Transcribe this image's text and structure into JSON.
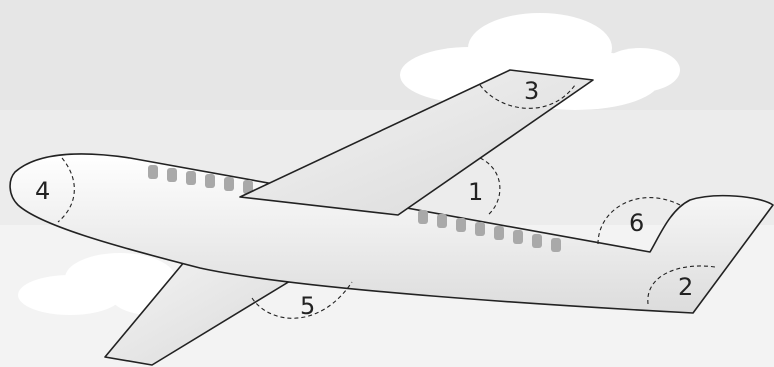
{
  "diagram": {
    "subject": "airplane",
    "regions": [
      {
        "id": "1",
        "label": "1"
      },
      {
        "id": "2",
        "label": "2"
      },
      {
        "id": "3",
        "label": "3"
      },
      {
        "id": "4",
        "label": "4"
      },
      {
        "id": "5",
        "label": "5"
      },
      {
        "id": "6",
        "label": "6"
      }
    ]
  },
  "colors": {
    "sky_top": "#e6e6e6",
    "sky_mid": "#ededed",
    "sky_bottom": "#f4f4f4",
    "cloud": "#ffffff",
    "fuselage": "#f2f2f2",
    "wing": "#e9e9e9",
    "window": "#a9a9a9",
    "outline": "#222222"
  }
}
